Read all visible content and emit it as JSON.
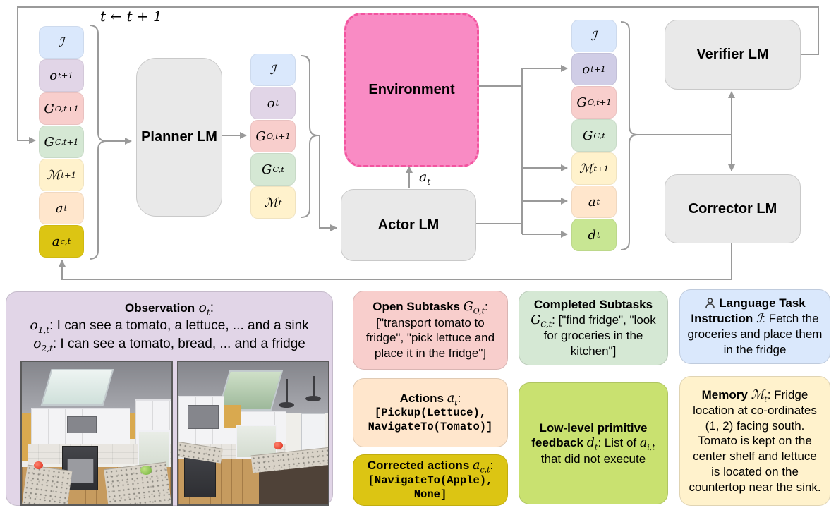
{
  "diagram": {
    "loop_label": "t ← t + 1",
    "planner_label": "Planner LM",
    "actor_label": "Actor LM",
    "environment_label": "Environment",
    "verifier_label": "Verifier LM",
    "corrector_label": "Corrector LM",
    "action_edge": {
      "base": "a",
      "sub": "t"
    },
    "stack1": [
      {
        "base": "ℐ",
        "sub": ""
      },
      {
        "base": "o",
        "sub": "t+1"
      },
      {
        "base": "G",
        "sub": "O,t+1"
      },
      {
        "base": "G",
        "sub": "C,t+1"
      },
      {
        "base": "ℳ",
        "sub": "t+1"
      },
      {
        "base": "a",
        "sub": "t"
      },
      {
        "base": "a",
        "sub": "c,t"
      }
    ],
    "stack2": [
      {
        "base": "ℐ",
        "sub": ""
      },
      {
        "base": "o",
        "sub": "t"
      },
      {
        "base": "G",
        "sub": "O,t+1"
      },
      {
        "base": "G",
        "sub": "C,t"
      },
      {
        "base": "ℳ",
        "sub": "t"
      }
    ],
    "stack3": [
      {
        "base": "ℐ",
        "sub": ""
      },
      {
        "base": "o",
        "sub": "t+1"
      },
      {
        "base": "G",
        "sub": "O,t+1"
      },
      {
        "base": "G",
        "sub": "C,t"
      },
      {
        "base": "ℳ",
        "sub": "t+1"
      },
      {
        "base": "a",
        "sub": "t"
      },
      {
        "base": "d",
        "sub": "t"
      }
    ]
  },
  "cards": {
    "observation": {
      "title": "Observation",
      "math_base": "o",
      "math_sub": "t",
      "colon": ":",
      "line1_base": "o",
      "line1_sub": "1,t",
      "line1_text": ": I can see a tomato, a lettuce, ... and a sink",
      "line2_base": "o",
      "line2_sub": "2,t",
      "line2_text": ": I can see a tomato, bread, ... and a fridge"
    },
    "open_subtasks": {
      "title": "Open Subtasks",
      "math_base": "G",
      "math_sub": "O,t",
      "colon": ":",
      "body": "[\"transport tomato to fridge\", \"pick lettuce and place it in the fridge\"]"
    },
    "completed_subtasks": {
      "title": "Completed Subtasks",
      "math_base": "G",
      "math_sub": "C,t",
      "body": ": [\"find fridge\", \"look for groceries in the kitchen\"]"
    },
    "language_instruction": {
      "icon": "person-icon",
      "title": "Language Task Instruction",
      "math_base": "ℐ",
      "body": ": Fetch the groceries and place them in the fridge"
    },
    "actions": {
      "title": "Actions",
      "math_base": "a",
      "math_sub": "t",
      "colon": ":",
      "code1": "[Pickup(Lettuce),",
      "code2": "NavigateTo(Tomato)]"
    },
    "corrected_actions": {
      "title": "Corrected actions",
      "math_base": "a",
      "math_sub": "c,t",
      "colon": ":",
      "code1": "[NavigateTo(Apple),",
      "code2": "None]"
    },
    "feedback": {
      "title": "Low-level primitive feedback",
      "math_base": "d",
      "math_sub": "t",
      "mid": ": List of ",
      "math2_base": "a",
      "math2_sub": "i,t",
      "tail": " that did not execute"
    },
    "memory": {
      "title": "Memory",
      "math_base": "ℳ",
      "math_sub": "t",
      "body": ": Fridge location at co-ordinates (1, 2) facing south. Tomato is kept on the center shelf and lettuce is located on the countertop near the sink."
    }
  },
  "colors": {
    "token_blue": "#dae8fc",
    "token_purple": "#e1d5e7",
    "token_red": "#f8cecc",
    "token_green": "#d5e8d4",
    "token_yellow": "#fff2cc",
    "token_orange": "#ffe6cc",
    "token_gold": "#dcc513",
    "token_periwinkle": "#d0cde6",
    "token_lime": "#c8e693",
    "environment_fill": "#f98bc4",
    "environment_border": "#f2549f",
    "lm_box_fill": "#e9e9e9",
    "wire_gray": "#9a9a9a"
  }
}
